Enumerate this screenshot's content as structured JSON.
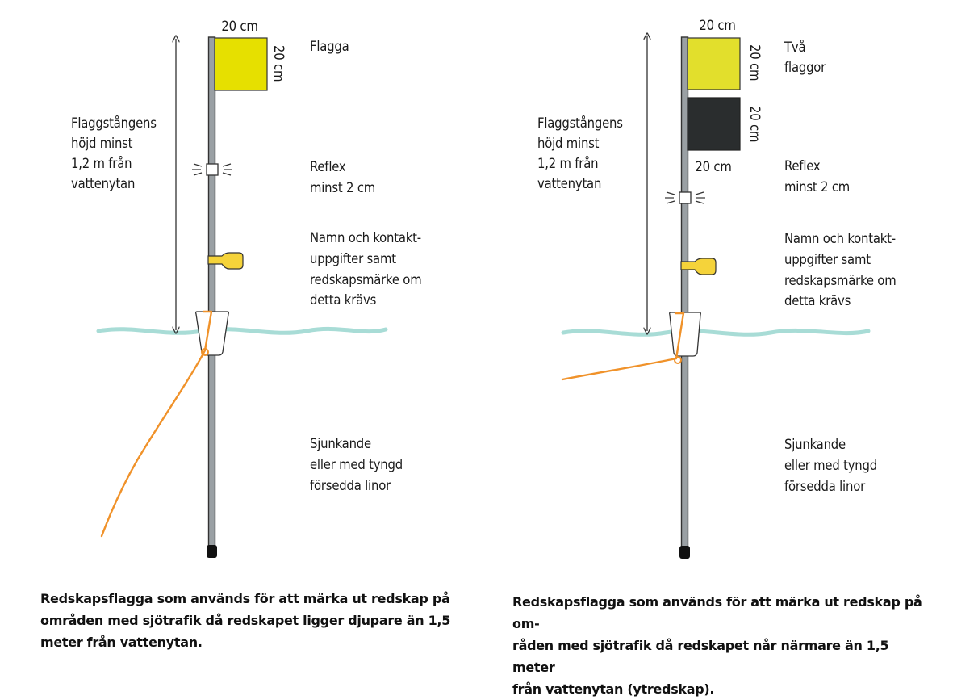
{
  "left": {
    "flag_width": "20 cm",
    "flag_height": "20 cm",
    "flag_label": "Flagga",
    "pole_height_lines": [
      "Flaggstångens",
      "höjd minst",
      "1,2 m från",
      "vattenytan"
    ],
    "reflex_lines": [
      "Reflex",
      "minst 2 cm"
    ],
    "contact_lines": [
      "Namn och kontakt-",
      "uppgifter samt",
      "redskapsmärke om",
      "detta krävs"
    ],
    "line_lines": [
      "Sjunkande",
      "eller med tyngd",
      "försedda linor"
    ],
    "caption": "Redskapsflagga som används för att märka ut redskap på\nområden med sjötrafik då redskapet ligger djupare än 1,5\nmeter från vattenytan."
  },
  "right": {
    "flag_width": "20 cm",
    "flag1_height": "20 cm",
    "flag2_height": "20 cm",
    "flag2_width": "20 cm",
    "flag_label_lines": [
      "Två",
      "flaggor"
    ],
    "pole_height_lines": [
      "Flaggstångens",
      "höjd minst",
      "1,2 m från",
      "vattenytan"
    ],
    "reflex_lines": [
      "Reflex",
      "minst 2 cm"
    ],
    "contact_lines": [
      "Namn och kontakt-",
      "uppgifter samt",
      "redskapsmärke om",
      "detta krävs"
    ],
    "line_lines": [
      "Sjunkande",
      "eller med tyngd",
      "försedda linor"
    ],
    "caption": "Redskapsflagga som används för att märka ut redskap på om-\nråden med sjötrafik då redskapet når närmare än 1,5 meter\nfrån vattenytan (ytredskap)."
  },
  "colors": {
    "yellow_flag": "#e6e000",
    "yellow_flag_2": "#e2df2c",
    "black_flag": "#2a2d2e",
    "tag": "#f5d33a",
    "rope": "#f0922a",
    "water": "#a8dcd6",
    "pole": "#9aa0a4"
  }
}
